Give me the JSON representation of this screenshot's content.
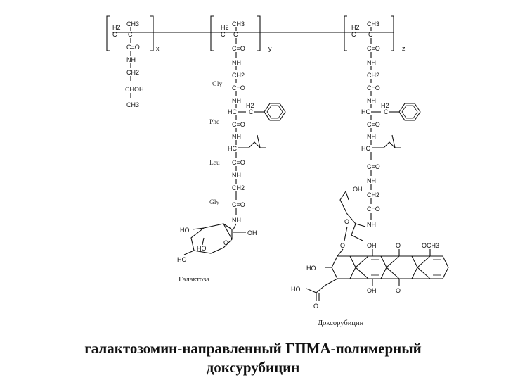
{
  "units": {
    "x": {
      "ch3": "CH3",
      "h2": "H2",
      "c": "C",
      "co": "C=O",
      "nh": "NH",
      "ch2": "CH2",
      "choh": "CHOH",
      "ch3_end": "CH3",
      "sub": "x"
    },
    "y": {
      "ch3": "CH3",
      "h2": "H2",
      "c": "C",
      "co": "C=O",
      "sub": "y"
    },
    "z": {
      "ch3": "CH3",
      "h2": "H2",
      "c": "C",
      "co": "C=O",
      "sub": "z"
    }
  },
  "galactose_chain": {
    "gly1": "Gly",
    "phe": "Phe",
    "leu": "Leu",
    "gly2": "Gly",
    "nh": "NH",
    "ch2": "CH2",
    "co": "C=O",
    "hc": "HC",
    "h2": "H2",
    "c": "C",
    "oh": "OH",
    "ho": "HO",
    "o": "O",
    "name": "Галактоза"
  },
  "dox_chain": {
    "nh": "NH",
    "ch2": "CH2",
    "co": "C=O",
    "hc": "HC",
    "h2": "H2",
    "c": "C",
    "oh": "OH",
    "ho": "HO",
    "o": "O",
    "och3": "OCH3",
    "name": "Доксорубицин"
  },
  "caption": {
    "line1": "галактозомин-направленный ГПМА-полимерный",
    "line2": "доксурубицин"
  }
}
